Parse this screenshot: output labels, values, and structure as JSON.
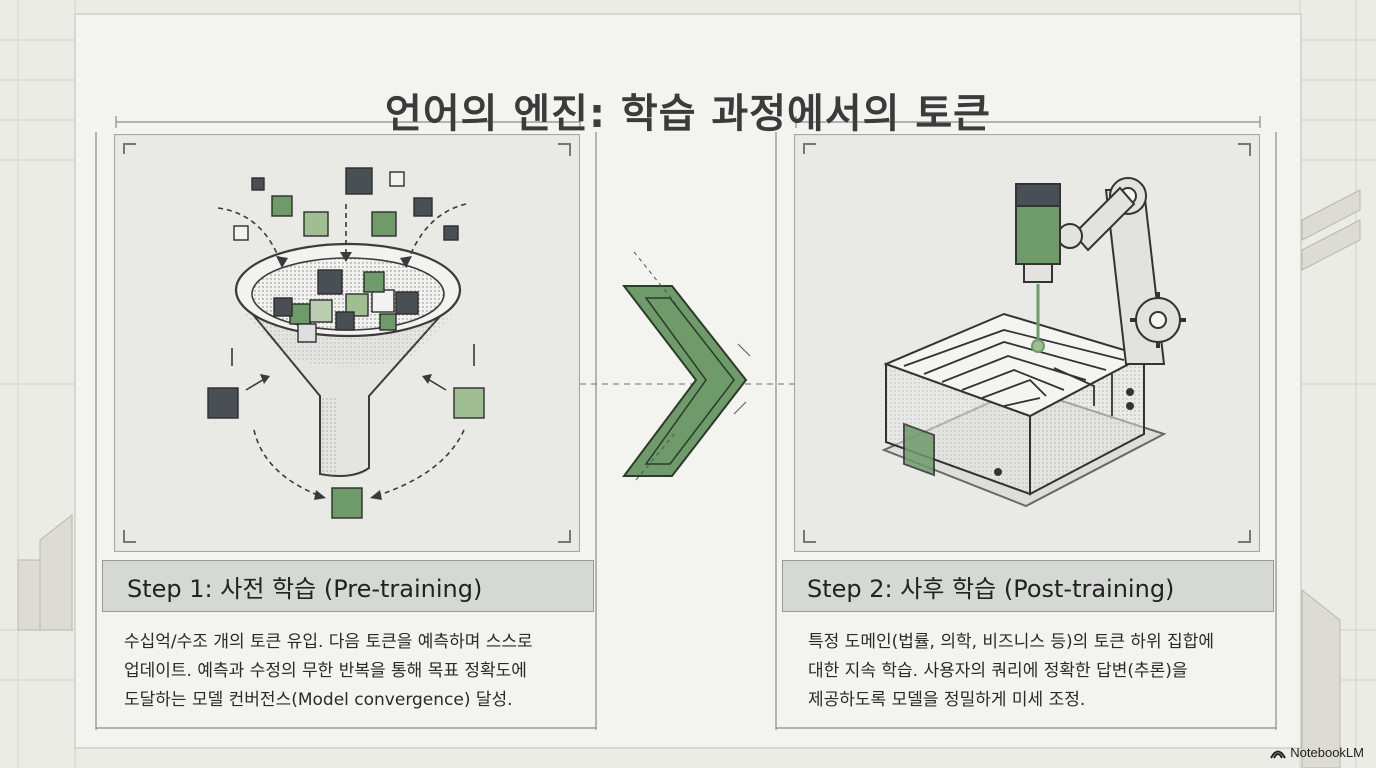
{
  "title": "언어의 엔진: 학습 과정에서의 토큰",
  "steps": [
    {
      "caption": "Step 1: 사전 학습 (Pre-training)",
      "desc_lines": [
        "수십억/수조 개의 토큰 유입. 다음 토큰을 예측하며 스스로",
        "업데이트. 예측과 수정의 무한 반복을 통해 목표 정확도에",
        "도달하는 모델 컨버전스(Model convergence) 달성."
      ]
    },
    {
      "caption": "Step 2: 사후 학습 (Post-training)",
      "desc_lines": [
        "특정 도메인(법률, 의학, 비즈니스 등)의 토큰 하위 집합에",
        "대한 지속 학습. 사용자의 쿼리에 정확한 답변(추론)을",
        "제공하도록 모델을 정밀하게 미세 조정."
      ]
    }
  ],
  "brand": "NotebookLM",
  "icons": [
    "funnel-illustration",
    "cube-icon",
    "chevron-arrow-icon",
    "robot-arm-illustration",
    "maze-chip-illustration",
    "gear-icon",
    "notebooklm-logo-icon"
  ],
  "colors": {
    "accent_green": "#6f9a6a",
    "dark_cube": "#4a4f55",
    "background": "#ecece7"
  }
}
